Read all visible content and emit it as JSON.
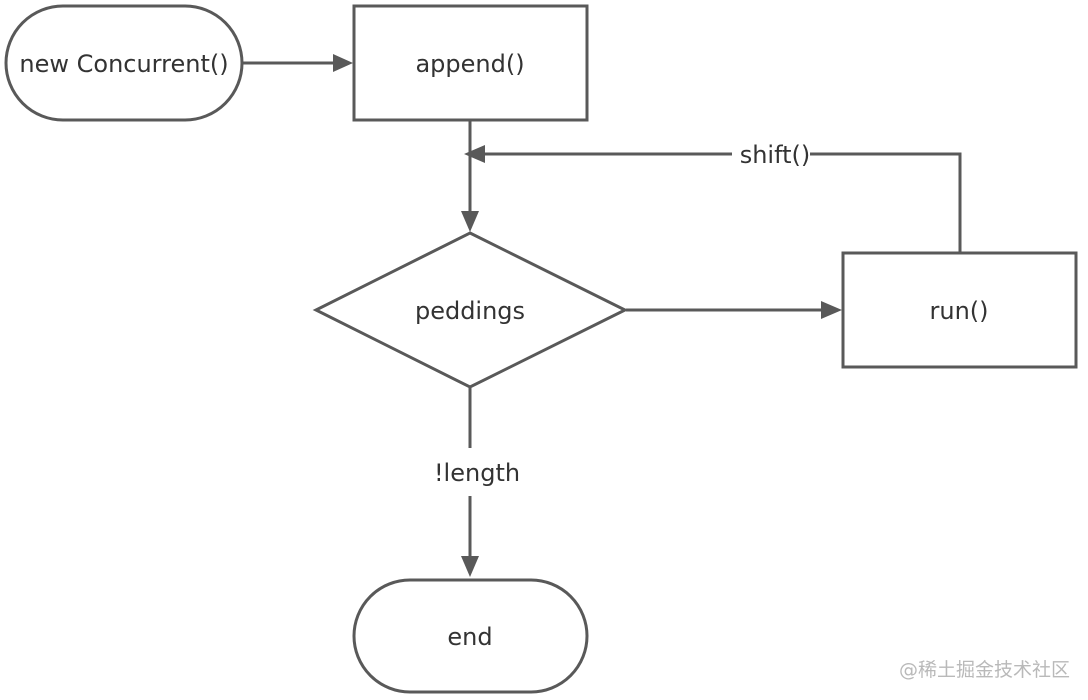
{
  "nodes": {
    "start": {
      "label": "new Concurrent()"
    },
    "append": {
      "label": "append()"
    },
    "decision": {
      "label": "peddings"
    },
    "run": {
      "label": "run()"
    },
    "end": {
      "label": "end"
    }
  },
  "edges": {
    "loop": {
      "label": "shift()"
    },
    "exit": {
      "label": "!length"
    }
  },
  "watermark": {
    "text": "@稀土掘金技术社区"
  },
  "colors": {
    "stroke": "#595959",
    "text": "#333333",
    "watermark": "#b9b9b9"
  }
}
